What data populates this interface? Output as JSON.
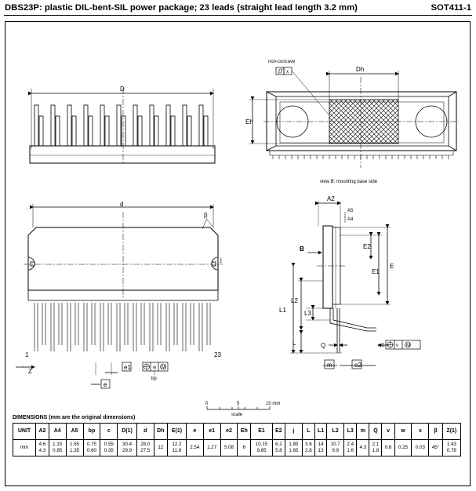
{
  "header": {
    "title": "DBS23P: plastic DIL-bent-SIL power package; 23 leads (straight lead length 3.2 mm)",
    "code": "SOT411-1"
  },
  "drawing": {
    "top_view": {
      "label_D": "D",
      "label_Eh": "Eh",
      "label_Dh": "Dh",
      "non_concave": "non-concave",
      "flatness_x": "x"
    },
    "view_b_caption": "view B: mounting base side",
    "front_view": {
      "label_d": "d",
      "label_beta": "β",
      "label_j": "j",
      "label_1": "1",
      "label_23": "23",
      "label_Z": "Z",
      "label_e1": "e1",
      "label_e": "e",
      "label_bp": "bp",
      "tol_w": "w",
      "tol_M": "M"
    },
    "side_view": {
      "label_A2": "A2",
      "label_A5": "A5",
      "label_A4": "A4",
      "label_B": "B",
      "label_E2": "E2",
      "label_E1": "E1",
      "label_E": "E",
      "label_L1": "L1",
      "label_L2": "L2",
      "label_L3": "L3",
      "label_L": "L",
      "label_Q": "Q",
      "label_c": "c",
      "label_m": "m",
      "label_e2": "e2",
      "tol_v": "v",
      "tol_M": "M"
    },
    "scale": {
      "ticks": [
        "0",
        "5",
        "10 mm"
      ],
      "caption": "scale"
    }
  },
  "dimensions": {
    "title": "DIMENSIONS (mm are the original dimensions)",
    "headers": [
      "UNIT",
      "A2",
      "A4",
      "A5",
      "bp",
      "c",
      "D(1)",
      "d",
      "Dh",
      "E(1)",
      "e",
      "e1",
      "e2",
      "Eh",
      "E1",
      "E2",
      "j",
      "L",
      "L1",
      "L2",
      "L3",
      "m",
      "Q",
      "v",
      "w",
      "x",
      "β",
      "Z(1)"
    ],
    "row": [
      [
        "mm"
      ],
      [
        "4.6",
        "4.3"
      ],
      [
        "1.15",
        "0.85"
      ],
      [
        "1.65",
        "1.35"
      ],
      [
        "0.75",
        "0.60"
      ],
      [
        "0.55",
        "0.35"
      ],
      [
        "30.4",
        "29.9"
      ],
      [
        "28.0",
        "27.5"
      ],
      [
        "12"
      ],
      [
        "12.2",
        "11.8"
      ],
      [
        "2.54"
      ],
      [
        "1.27"
      ],
      [
        "5.08"
      ],
      [
        "6"
      ],
      [
        "10.15",
        "9.85"
      ],
      [
        "6.2",
        "5.8"
      ],
      [
        "1.85",
        "1.65"
      ],
      [
        "3.6",
        "2.8"
      ],
      [
        "14",
        "13"
      ],
      [
        "10.7",
        "9.9"
      ],
      [
        "2.4",
        "1.6"
      ],
      [
        "4.3"
      ],
      [
        "2.1",
        "1.8"
      ],
      [
        "0.6"
      ],
      [
        "0.25"
      ],
      [
        "0.03"
      ],
      [
        "45°"
      ],
      [
        "1.43",
        "0.78"
      ]
    ]
  }
}
